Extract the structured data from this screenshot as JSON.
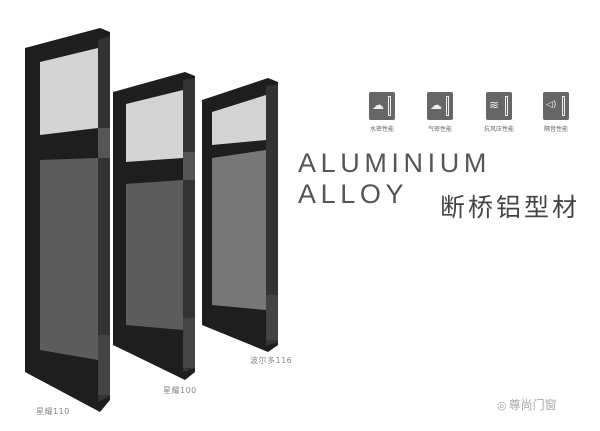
{
  "products": [
    {
      "name": "星耀110"
    },
    {
      "name": "星耀100"
    },
    {
      "name": "波尔多116"
    }
  ],
  "features": [
    {
      "label": "水密性能",
      "icon": "rain-cloud-icon",
      "glyph": "☁"
    },
    {
      "label": "气密性能",
      "icon": "wind-cloud-icon",
      "glyph": "☁"
    },
    {
      "label": "抗风压性能",
      "icon": "wind-icon",
      "glyph": "≋"
    },
    {
      "label": "隔音性能",
      "icon": "speaker-icon",
      "glyph": "◁)"
    }
  ],
  "title_en": "ALUMINIUM ALLOY",
  "title_zh": "断桥铝型材",
  "watermark": "尊尚门窗",
  "colors": {
    "frame": "#1e1e1e",
    "glass": "#d8d8d8",
    "mesh": "#6a6a6a",
    "icon_bg": "#666666"
  }
}
